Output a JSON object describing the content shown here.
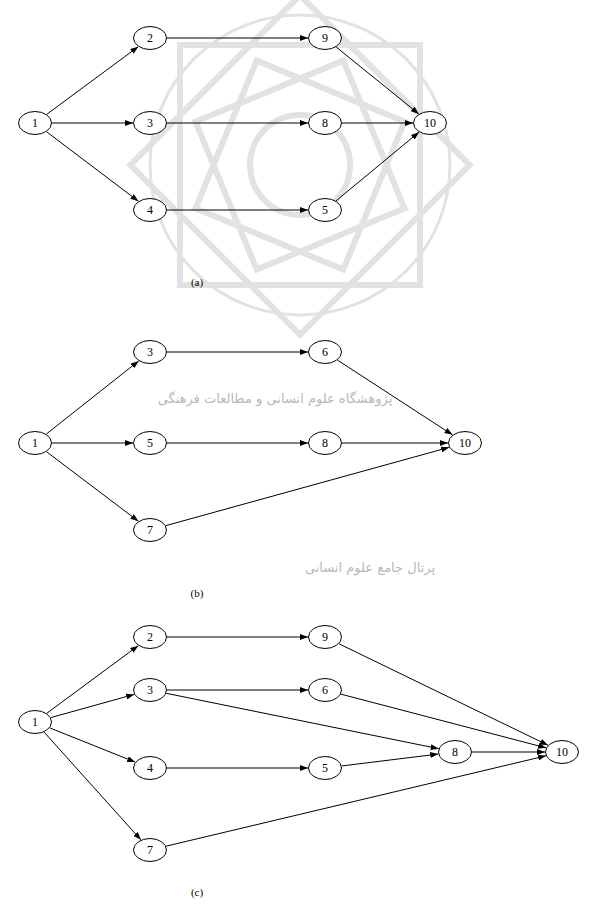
{
  "diagram": {
    "nodes": [
      {
        "text": [
          "1"
        ]
      },
      {
        "text": [
          "2"
        ]
      },
      {
        "text": [
          "9"
        ]
      },
      {
        "text": [
          "3"
        ]
      },
      {
        "text": [
          "8"
        ]
      },
      {
        "text": [
          "10"
        ]
      },
      {
        "text": [
          "4"
        ]
      },
      {
        "text": [
          "5"
        ]
      },
      {
        "text": [
          "1"
        ]
      },
      {
        "text": [
          "3"
        ]
      },
      {
        "text": [
          "6"
        ]
      },
      {
        "text": [
          "5"
        ]
      },
      {
        "text": [
          "8"
        ]
      },
      {
        "text": [
          "10"
        ]
      },
      {
        "text": [
          "7"
        ]
      },
      {
        "text": [
          "1"
        ]
      },
      {
        "text": [
          "2"
        ]
      },
      {
        "text": [
          "9"
        ]
      },
      {
        "text": [
          "3"
        ]
      },
      {
        "text": [
          "6"
        ]
      },
      {
        "text": [
          "8"
        ]
      },
      {
        "text": [
          "10"
        ]
      },
      {
        "text": [
          "4"
        ]
      },
      {
        "text": [
          "5"
        ]
      },
      {
        "text": [
          "7"
        ]
      }
    ],
    "edges": [
      {
        "from": 0,
        "to": 1,
        "arrow": "to"
      },
      {
        "from": 0,
        "to": 3,
        "arrow": "to"
      },
      {
        "from": 0,
        "to": 6,
        "arrow": "to"
      },
      {
        "from": 1,
        "to": 2,
        "arrow": "to"
      },
      {
        "from": 3,
        "to": 4,
        "arrow": "to"
      },
      {
        "from": 6,
        "to": 7,
        "arrow": "to"
      },
      {
        "from": 2,
        "to": 5,
        "arrow": "to"
      },
      {
        "from": 4,
        "to": 5,
        "arrow": "to"
      },
      {
        "from": 7,
        "to": 5,
        "arrow": "to"
      },
      {
        "from": 8,
        "to": 9,
        "arrow": "to"
      },
      {
        "from": 8,
        "to": 11,
        "arrow": "to"
      },
      {
        "from": 8,
        "to": 14,
        "arrow": "to"
      },
      {
        "from": 9,
        "to": 10,
        "arrow": "to"
      },
      {
        "from": 11,
        "to": 12,
        "arrow": "to"
      },
      {
        "from": 10,
        "to": 13,
        "arrow": "to"
      },
      {
        "from": 12,
        "to": 13,
        "arrow": "to"
      },
      {
        "from": 14,
        "to": 13,
        "arrow": "to"
      },
      {
        "from": 15,
        "to": 16,
        "arrow": "to"
      },
      {
        "from": 15,
        "to": 18,
        "arrow": "to"
      },
      {
        "from": 15,
        "to": 22,
        "arrow": "to"
      },
      {
        "from": 15,
        "to": 24,
        "arrow": "to"
      },
      {
        "from": 16,
        "to": 17,
        "arrow": "to"
      },
      {
        "from": 18,
        "to": 19,
        "arrow": "to"
      },
      {
        "from": 18,
        "to": 20,
        "arrow": "to"
      },
      {
        "from": 22,
        "to": 23,
        "arrow": "to"
      },
      {
        "from": 23,
        "to": 20,
        "arrow": "to"
      },
      {
        "from": 17,
        "to": 21,
        "arrow": "to"
      },
      {
        "from": 19,
        "to": 21,
        "arrow": "to"
      },
      {
        "from": 20,
        "to": 21,
        "arrow": "to"
      },
      {
        "from": 24,
        "to": 21,
        "arrow": "to"
      }
    ],
    "labels": [
      "(a)",
      "(b)",
      "(c)",
      "پژوهشگاه علوم انسانی و مطالعات فرهنگی",
      "پرتال جامع علوم انسانی"
    ]
  }
}
